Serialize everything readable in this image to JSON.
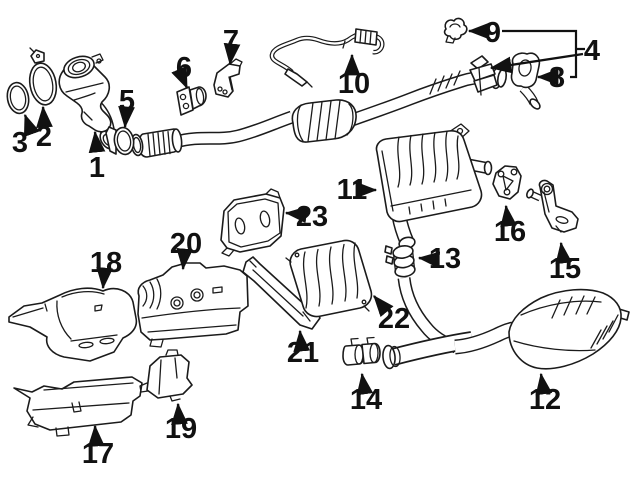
{
  "diagram": {
    "kind": "exploded-parts-diagram",
    "subject": "vehicle-exhaust-system",
    "background_color": "#ffffff",
    "line_color": "#1b1b1b",
    "label_color": "#111111",
    "callouts": [
      {
        "number": "1",
        "part": "catalytic-converter-downpipe"
      },
      {
        "number": "2",
        "part": "clamp-ring"
      },
      {
        "number": "3",
        "part": "gasket-seal-ring"
      },
      {
        "number": "4",
        "part": "exhaust-hanger-bracket"
      },
      {
        "number": "5",
        "part": "pipe-clamp"
      },
      {
        "number": "6",
        "part": "mounting-bracket"
      },
      {
        "number": "7",
        "part": "support-bracket"
      },
      {
        "number": "8",
        "part": "rubber-insulator-hanger"
      },
      {
        "number": "9",
        "part": "clamp-bracket"
      },
      {
        "number": "10",
        "part": "oxygen-sensor-harness"
      },
      {
        "number": "11",
        "part": "rear-muffler"
      },
      {
        "number": "12",
        "part": "muffler-assembly-with-y-pipe"
      },
      {
        "number": "13",
        "part": "pipe-sleeve-clamp"
      },
      {
        "number": "14",
        "part": "double-sleeve-clamp"
      },
      {
        "number": "15",
        "part": "support-bracket"
      },
      {
        "number": "16",
        "part": "mounting-plate-bracket"
      },
      {
        "number": "17",
        "part": "heat-shield"
      },
      {
        "number": "18",
        "part": "heat-shield"
      },
      {
        "number": "19",
        "part": "heat-shield"
      },
      {
        "number": "20",
        "part": "heat-shield"
      },
      {
        "number": "21",
        "part": "heat-shield-strip"
      },
      {
        "number": "22",
        "part": "heat-shield"
      },
      {
        "number": "23",
        "part": "heat-shield-plate"
      }
    ]
  }
}
